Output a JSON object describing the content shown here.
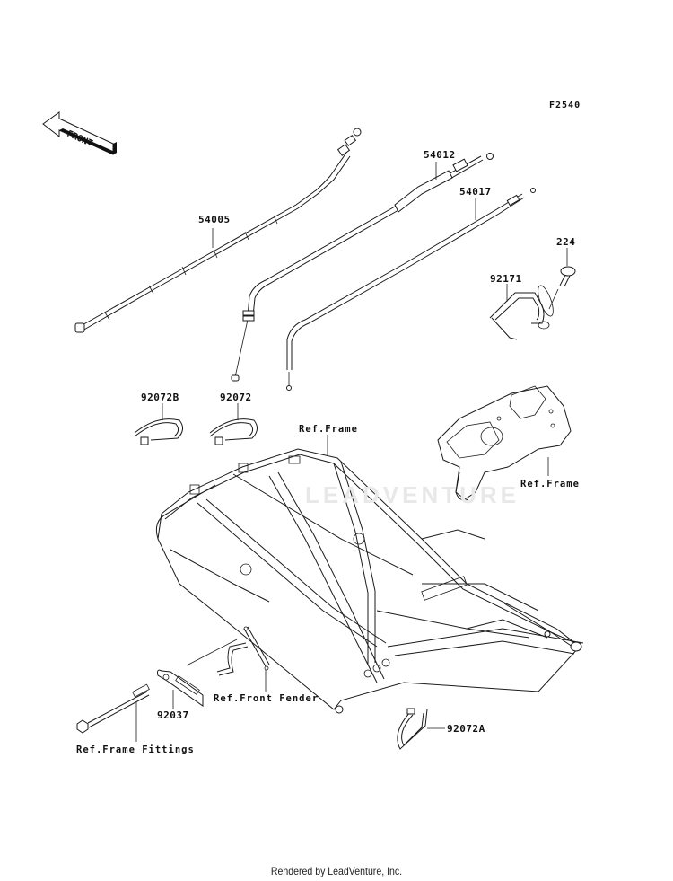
{
  "diagram": {
    "figure_code": "F2540",
    "front_indicator": "FRONT",
    "watermark": "LEADVENTURE",
    "footer": "Rendered by LeadVenture, Inc."
  },
  "parts": [
    {
      "id": "54005",
      "label": "54005",
      "description": "cable"
    },
    {
      "id": "54012",
      "label": "54012",
      "description": "cable"
    },
    {
      "id": "54017",
      "label": "54017",
      "description": "cable"
    },
    {
      "id": "224",
      "label": "224",
      "description": "bolt"
    },
    {
      "id": "92171",
      "label": "92171",
      "description": "clamp"
    },
    {
      "id": "92072B",
      "label": "92072B",
      "description": "band"
    },
    {
      "id": "92072",
      "label": "92072",
      "description": "band"
    },
    {
      "id": "92072A",
      "label": "92072A",
      "description": "band"
    },
    {
      "id": "92037",
      "label": "92037",
      "description": "plate"
    }
  ],
  "references": [
    {
      "id": "ref-frame-top",
      "label": "Ref.Frame"
    },
    {
      "id": "ref-frame-right",
      "label": "Ref.Frame"
    },
    {
      "id": "ref-front-fender",
      "label": "Ref.Front Fender"
    },
    {
      "id": "ref-frame-fittings",
      "label": "Ref.Frame Fittings"
    }
  ]
}
